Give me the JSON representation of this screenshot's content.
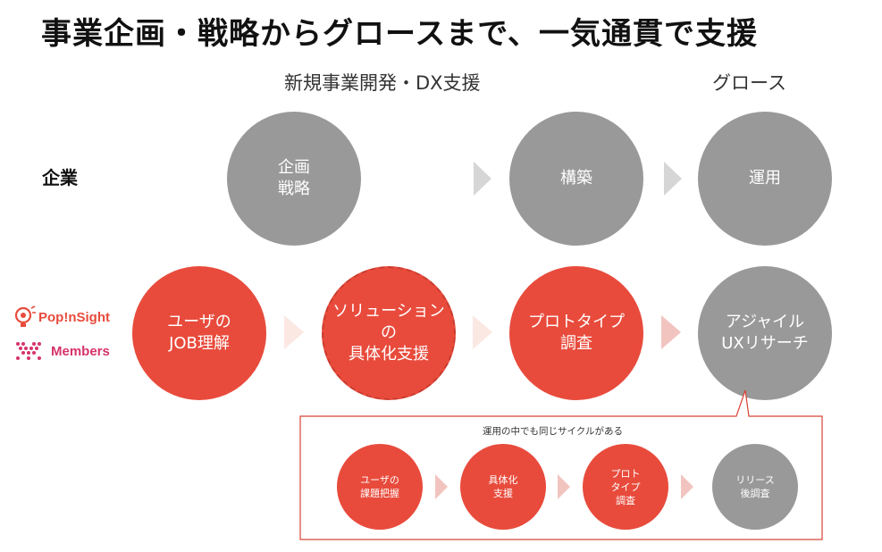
{
  "title": "事業企画・戦略からグロースまで、一気通貫で支援",
  "headers": {
    "left": "新規事業開発・DX支援",
    "right": "グロース"
  },
  "row_label": "企業",
  "company_steps": [
    "企画\n戦略",
    "構築",
    "運用"
  ],
  "brands": {
    "popinsight": "Pop!nSight",
    "members": "Members"
  },
  "service_steps": [
    "ユーザの\nJOB理解",
    "ソリューション\nの\n具体化支援",
    "プロトタイプ\n調査",
    "アジャイル\nUXリサーチ"
  ],
  "callout": {
    "caption": "運用の中でも同じサイクルがある",
    "steps": [
      "ユーザの\n課題把握",
      "具体化\n支援",
      "プロト\nタイプ\n調査",
      "リリース\n後調査"
    ]
  },
  "colors": {
    "gray": "#999999",
    "red": "#e84b3c",
    "light_arrow": "#fbe8e3",
    "pink_arrow": "#f2c4c0",
    "gray_arrow": "#d6d6d6"
  }
}
